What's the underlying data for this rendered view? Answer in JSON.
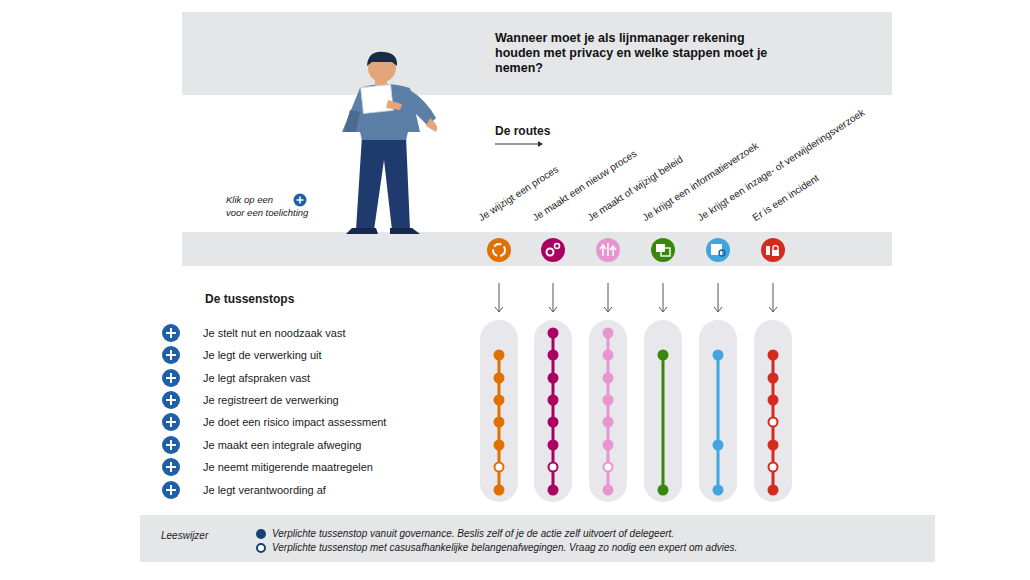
{
  "diagram": {
    "title": "Wanneer moet je als lijnmanager rekening houden met privacy en welke stappen moet je nemen?",
    "labels": [
      "De routes",
      "Je wijzigt een proces",
      "Je maakt een nieuw proces",
      "Je maakt of wijzigt beleid",
      "Je krijgt een informatieverzoek",
      "Je krijgt een inzage- of verwijderingsverzoek",
      "Er is een incident",
      "Klik op een",
      "voor een toelichting",
      "De tussenstops",
      "Je stelt nut en noodzaak vast",
      "Je legt de verwerking uit",
      "Je legt afspraken vast",
      "Je registreert de verwerking",
      "Je doet een risico impact assessment",
      "Je maakt een integrale afweging",
      "Je neemt mitigerende maatregelen",
      "Je legt verantwoording af",
      "Leeswijzer"
    ],
    "legend": [
      {
        "text": "Verplichte tussenstop vanuit governance. Beslis zelf of je de actie zelf uitvoert of delegeert.",
        "color": "#154273"
      },
      {
        "text": "Verplichte tussenstop met casusafhankelijke belangenafwegingen. Vraag zo nodig een expert om advies."
      }
    ]
  }
}
